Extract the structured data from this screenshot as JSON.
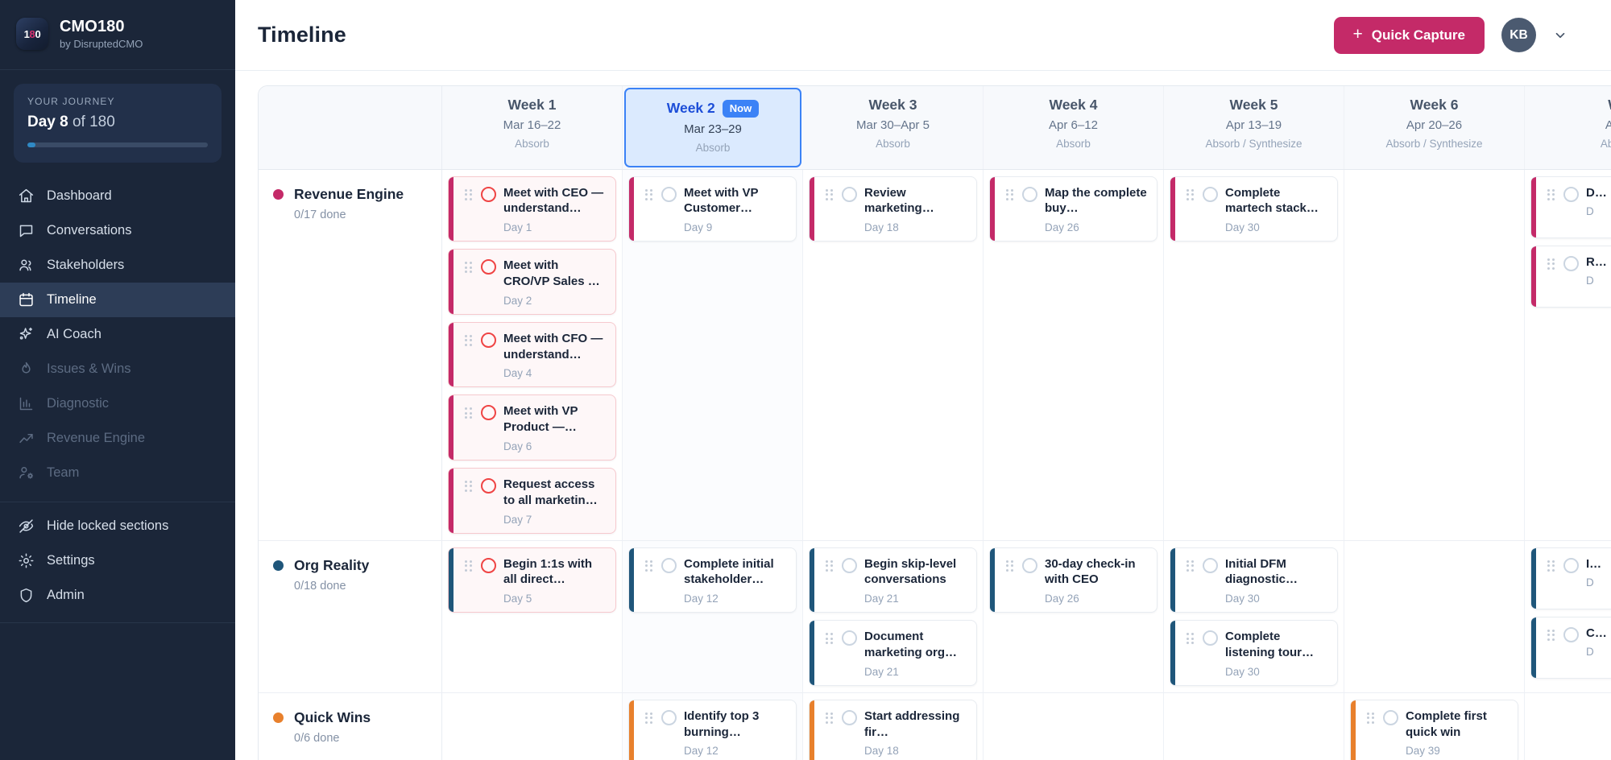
{
  "sidebar": {
    "brand": {
      "logo_text": "180",
      "title": "CMO180",
      "subtitle": "by DisruptedCMO"
    },
    "journey": {
      "label": "YOUR JOURNEY",
      "day_bold": "Day 8",
      "day_rest": " of 180",
      "progress_pct": 4.4
    },
    "nav": [
      {
        "label": "Dashboard",
        "icon": "home-icon",
        "state": "normal"
      },
      {
        "label": "Conversations",
        "icon": "chat-icon",
        "state": "normal"
      },
      {
        "label": "Stakeholders",
        "icon": "users-icon",
        "state": "normal"
      },
      {
        "label": "Timeline",
        "icon": "calendar-icon",
        "state": "active"
      },
      {
        "label": "AI Coach",
        "icon": "sparkles-icon",
        "state": "normal"
      },
      {
        "label": "Issues & Wins",
        "icon": "flame-icon",
        "state": "locked"
      },
      {
        "label": "Diagnostic",
        "icon": "bar-chart-icon",
        "state": "locked"
      },
      {
        "label": "Revenue Engine",
        "icon": "trending-up-icon",
        "state": "locked"
      },
      {
        "label": "Team",
        "icon": "user-cog-icon",
        "state": "locked"
      }
    ],
    "footer_nav": [
      {
        "label": "Hide locked sections",
        "icon": "eye-off-icon",
        "state": "normal"
      },
      {
        "label": "Settings",
        "icon": "gear-icon",
        "state": "normal"
      },
      {
        "label": "Admin",
        "icon": "shield-icon",
        "state": "normal"
      }
    ]
  },
  "topbar": {
    "title": "Timeline",
    "quick_capture_label": "Quick Capture",
    "quick_capture_icon": "plus-icon",
    "avatar_initials": "KB",
    "chevron_icon": "chevron-down-icon",
    "accent_color": "#c42a68"
  },
  "timeline": {
    "weeks": [
      {
        "title": "Week 1",
        "range": "Mar 16–22",
        "phase": "Absorb",
        "now": false,
        "badge": ""
      },
      {
        "title": "Week 2",
        "range": "Mar 23–29",
        "phase": "Absorb",
        "now": true,
        "badge": "Now"
      },
      {
        "title": "Week 3",
        "range": "Mar 30–Apr 5",
        "phase": "Absorb",
        "now": false,
        "badge": ""
      },
      {
        "title": "Week 4",
        "range": "Apr 6–12",
        "phase": "Absorb",
        "now": false,
        "badge": ""
      },
      {
        "title": "Week 5",
        "range": "Apr 13–19",
        "phase": "Absorb / Synthesize",
        "now": false,
        "badge": ""
      },
      {
        "title": "Week 6",
        "range": "Apr 20–26",
        "phase": "Absorb / Synthesize",
        "now": false,
        "badge": ""
      },
      {
        "title": "W",
        "range": "Apr",
        "phase": "Absor",
        "now": false,
        "badge": ""
      }
    ],
    "lanes": [
      {
        "name": "Revenue Engine",
        "done": "0/17 done",
        "color": "#c42a68",
        "cells": [
          [
            {
              "title": "Meet with CEO — understand…",
              "day": "Day 1",
              "overdue": true
            },
            {
              "title": "Meet with CRO/VP Sales …",
              "day": "Day 2",
              "overdue": true
            },
            {
              "title": "Meet with CFO — understand…",
              "day": "Day 4",
              "overdue": true
            },
            {
              "title": "Meet with VP Product —…",
              "day": "Day 6",
              "overdue": true
            },
            {
              "title": "Request access to all marketin…",
              "day": "Day 7",
              "overdue": true
            }
          ],
          [
            {
              "title": "Meet with VP Customer…",
              "day": "Day 9",
              "overdue": false
            }
          ],
          [
            {
              "title": "Review marketing…",
              "day": "Day 18",
              "overdue": false
            }
          ],
          [
            {
              "title": "Map the complete buy…",
              "day": "Day 26",
              "overdue": false
            }
          ],
          [
            {
              "title": "Complete martech stack…",
              "day": "Day 30",
              "overdue": false
            }
          ],
          [],
          [
            {
              "title": "D…",
              "day": "D",
              "overdue": false
            },
            {
              "title": "R…",
              "day": "D",
              "overdue": false
            }
          ]
        ]
      },
      {
        "name": "Org Reality",
        "done": "0/18 done",
        "color": "#1f567a",
        "cells": [
          [
            {
              "title": "Begin 1:1s with all direct…",
              "day": "Day 5",
              "overdue": true
            }
          ],
          [
            {
              "title": "Complete initial stakeholder…",
              "day": "Day 12",
              "overdue": false
            }
          ],
          [
            {
              "title": "Begin skip-level conversations",
              "day": "Day 21",
              "overdue": false
            },
            {
              "title": "Document marketing org…",
              "day": "Day 21",
              "overdue": false
            }
          ],
          [
            {
              "title": "30-day check-in with CEO",
              "day": "Day 26",
              "overdue": false
            }
          ],
          [
            {
              "title": "Initial DFM diagnostic…",
              "day": "Day 30",
              "overdue": false
            },
            {
              "title": "Complete listening tour…",
              "day": "Day 30",
              "overdue": false
            }
          ],
          [],
          [
            {
              "title": "I…",
              "day": "D",
              "overdue": false
            },
            {
              "title": "C…",
              "day": "D",
              "overdue": false
            }
          ]
        ]
      },
      {
        "name": "Quick Wins",
        "done": "0/6 done",
        "color": "#e8802c",
        "cells": [
          [],
          [
            {
              "title": "Identify top 3 burning…",
              "day": "Day 12",
              "overdue": false
            }
          ],
          [
            {
              "title": "Start addressing fir…",
              "day": "Day 18",
              "overdue": false
            }
          ],
          [],
          [],
          [
            {
              "title": "Complete first quick win",
              "day": "Day 39",
              "overdue": false
            }
          ],
          []
        ]
      }
    ]
  }
}
